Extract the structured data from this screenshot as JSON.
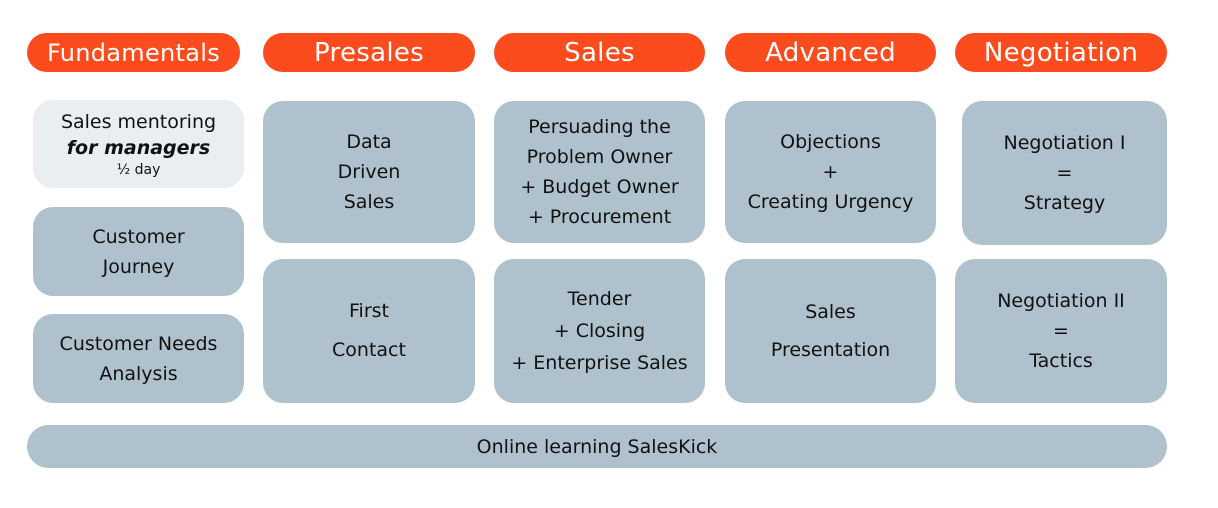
{
  "colors": {
    "header": "#fc4b1c",
    "module": "#afc1cc",
    "module_light": "#e9eef1"
  },
  "columns": [
    {
      "title": "Fundamentals",
      "modules": [
        {
          "lines": [
            "Sales mentoring"
          ],
          "emphasis": "for managers",
          "note": "½ day"
        },
        {
          "lines": [
            "Customer",
            "Journey"
          ]
        },
        {
          "lines": [
            "Customer Needs",
            "Analysis"
          ]
        }
      ]
    },
    {
      "title": "Presales",
      "modules": [
        {
          "lines": [
            "Data",
            "Driven",
            "Sales"
          ]
        },
        {
          "lines": [
            "First",
            "Contact"
          ]
        }
      ]
    },
    {
      "title": "Sales",
      "modules": [
        {
          "lines": [
            "Persuading the",
            "Problem Owner",
            "+ Budget Owner",
            "+ Procurement"
          ]
        },
        {
          "lines": [
            "Tender",
            "+ Closing",
            "+ Enterprise Sales"
          ]
        }
      ]
    },
    {
      "title": "Advanced",
      "modules": [
        {
          "lines": [
            "Objections",
            "+",
            "Creating Urgency"
          ]
        },
        {
          "lines": [
            "Sales",
            "Presentation"
          ]
        }
      ]
    },
    {
      "title": "Negotiation",
      "modules": [
        {
          "lines": [
            "Negotiation I",
            "=",
            "Strategy"
          ]
        },
        {
          "lines": [
            "Negotiation II",
            "=",
            "Tactics"
          ]
        }
      ]
    }
  ],
  "footer": {
    "label": "Online learning SalesKick"
  }
}
